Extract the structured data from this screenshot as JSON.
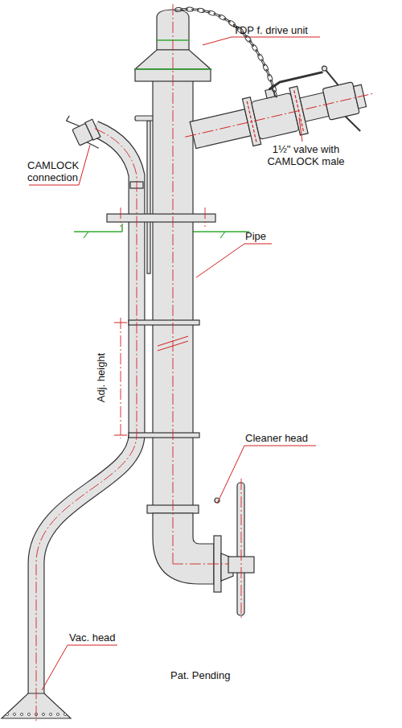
{
  "diagram": {
    "labels": [
      "TDP f. drive unit",
      "1½\" valve with CAMLOCK male",
      "CAMLOCK connection",
      "Pipe",
      "Adj. height",
      "Cleaner head",
      "Vac. head",
      "Pat. Pending"
    ]
  }
}
